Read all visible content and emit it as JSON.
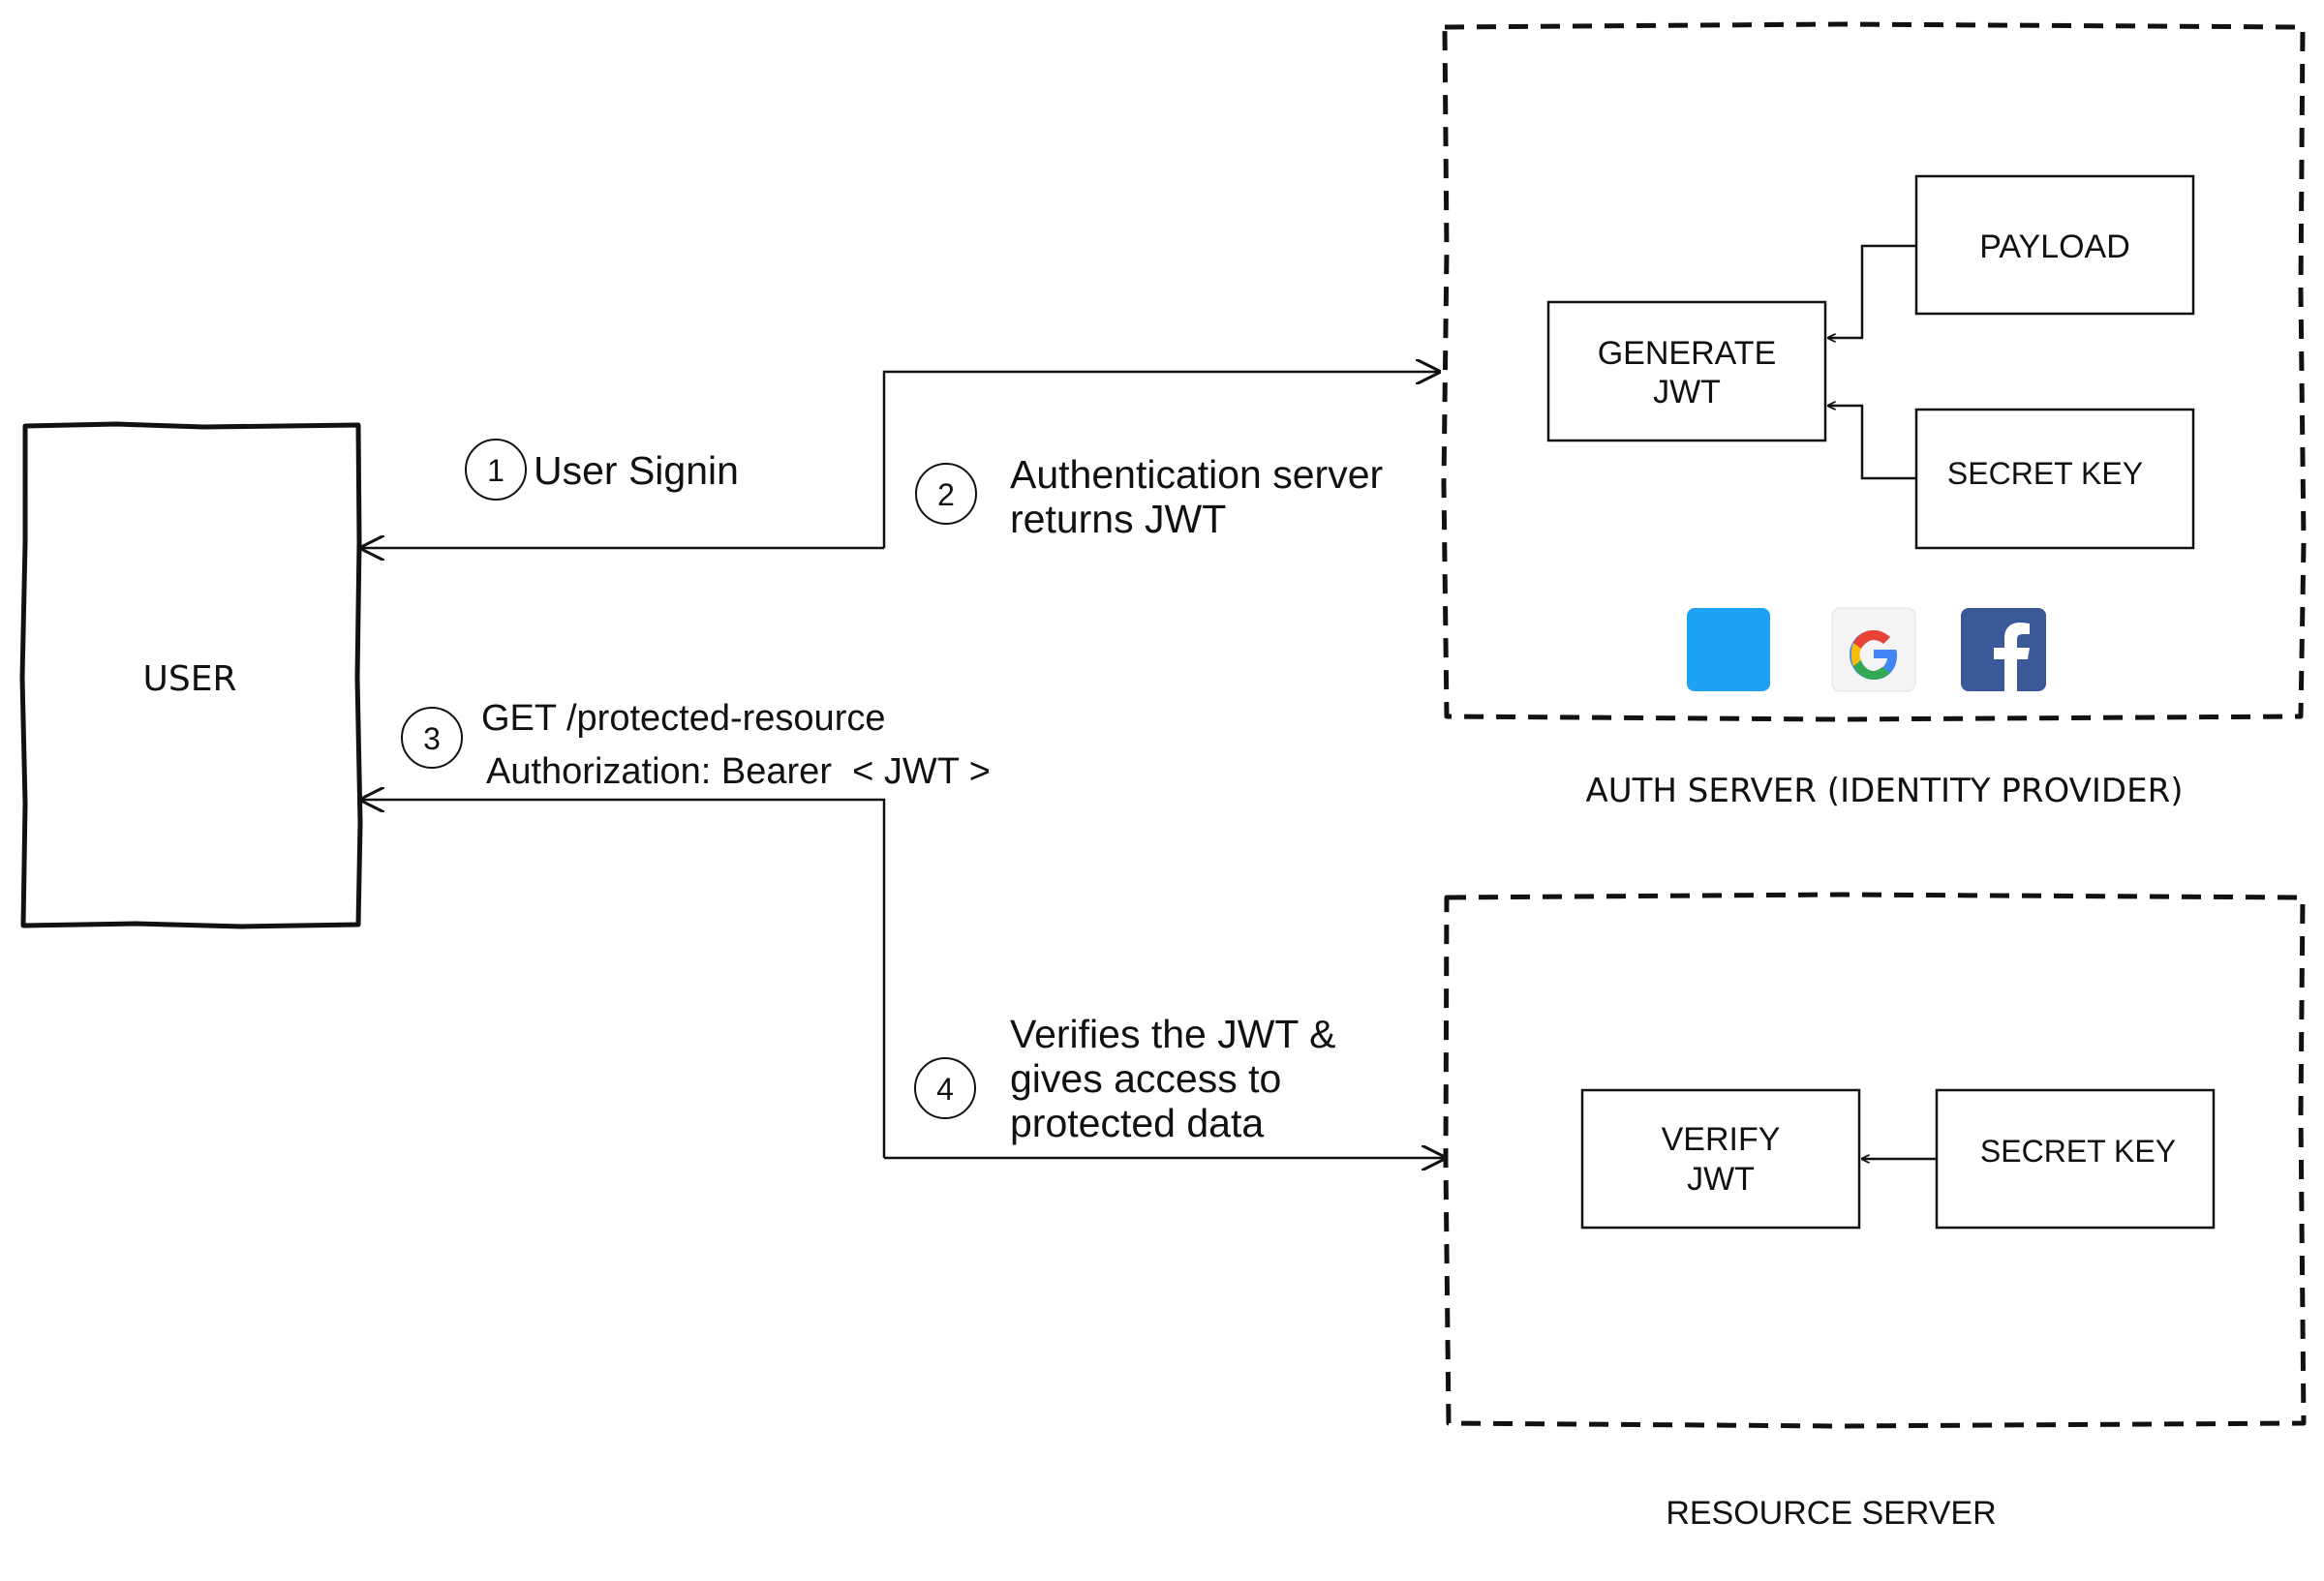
{
  "user": {
    "label": "USER"
  },
  "auth_server": {
    "caption": "AUTH SERVER (IDENTITY PROVIDER)",
    "generate_line1": "GENERATE",
    "generate_line2": "JWT",
    "payload": "PAYLOAD",
    "secret_key": "SECRET KEY",
    "providers": [
      "twitter-icon",
      "google-icon",
      "facebook-icon"
    ]
  },
  "resource_server": {
    "caption": "RESOURCE SERVER",
    "verify_line1": "VERIFY",
    "verify_line2": "JWT",
    "secret_key": "SECRET KEY"
  },
  "steps": [
    {
      "num": "1",
      "lines": [
        "User Signin"
      ]
    },
    {
      "num": "2",
      "lines": [
        "Authentication server",
        "returns JWT"
      ]
    },
    {
      "num": "3",
      "lines": [
        "GET /protected-resource",
        "Authorization: Bearer  < JWT >"
      ]
    },
    {
      "num": "4",
      "lines": [
        "Verifies the JWT &",
        "gives access to",
        "protected data"
      ]
    }
  ],
  "colors": {
    "stroke": "#111111",
    "twitter": "#1da1f2",
    "facebook": "#3b5998",
    "google_blue": "#4285f4",
    "google_red": "#ea4335",
    "google_yellow": "#fbbc05",
    "google_green": "#34a853"
  }
}
